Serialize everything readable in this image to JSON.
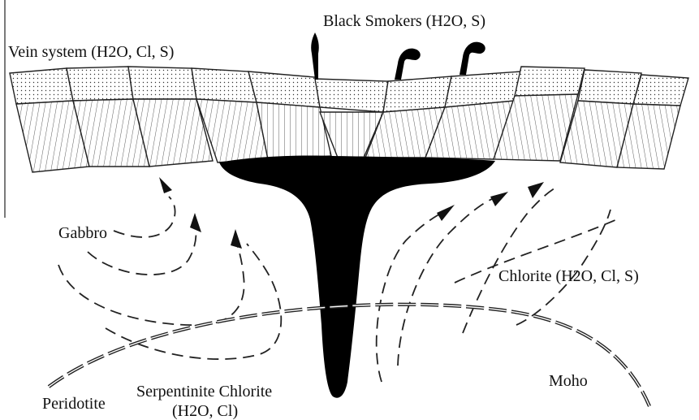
{
  "labels": {
    "black_smokers": "Black Smokers (H2O, S)",
    "vein_system": "Vein system (H2O, Cl, S)",
    "gabbro": "Gabbro",
    "chlorite": "Chlorite  (H2O, Cl, S)",
    "serpentinite_chlorite": "Serpentinite Chlorite",
    "serpentinite_chlorite_fluids": "(H2O,   Cl)",
    "peridotite": "Peridotite",
    "moho": "Moho"
  },
  "colors": {
    "ink": "#111111",
    "magma": "#000000",
    "stipple_fill": "#ffffff",
    "background": "#ffffff"
  }
}
